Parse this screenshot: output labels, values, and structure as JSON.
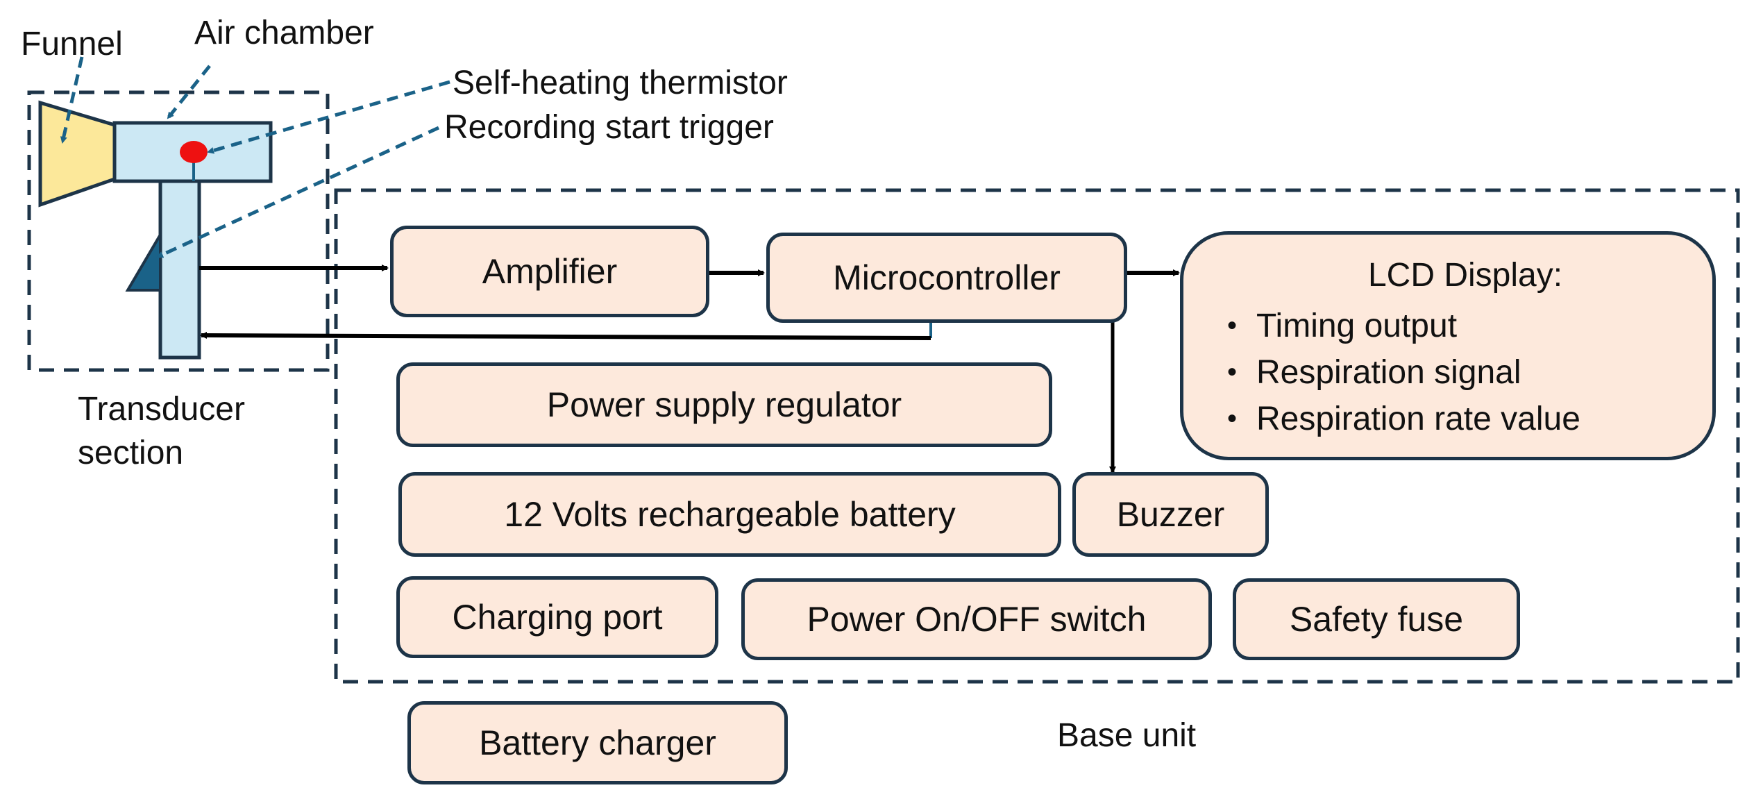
{
  "labels": {
    "funnel": "Funnel",
    "air_chamber": "Air chamber",
    "thermistor": "Self-heating thermistor",
    "trigger": "Recording start trigger",
    "transducer_line1": "Transducer",
    "transducer_line2": "section",
    "base_unit": "Base unit"
  },
  "boxes": {
    "amplifier": "Amplifier",
    "microcontroller": "Microcontroller",
    "power_supply_regulator": "Power supply regulator",
    "battery": "12 Volts rechargeable battery",
    "buzzer": "Buzzer",
    "charging_port": "Charging port",
    "power_switch": "Power On/OFF switch",
    "safety_fuse": "Safety fuse",
    "battery_charger": "Battery charger"
  },
  "lcd": {
    "title": "LCD Display:",
    "bullet": "•",
    "items": [
      "Timing output",
      "Respiration signal",
      "Respiration rate value"
    ]
  },
  "colors": {
    "box_fill": "#fde9dc",
    "box_border": "#1d3448",
    "funnel_fill": "#fce89a",
    "chamber_fill": "#cce8f4",
    "trigger_fill": "#1a6288",
    "thermistor": "#ee1111",
    "callout": "#1a6288"
  }
}
